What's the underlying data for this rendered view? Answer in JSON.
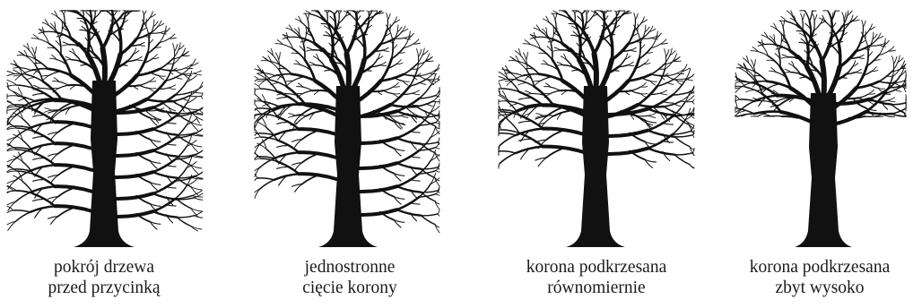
{
  "panels": [
    {
      "caption": [
        "pokrój drzewa",
        "przed przycinką"
      ],
      "variant": "full"
    },
    {
      "caption": [
        "jednostronne",
        "cięcie korony"
      ],
      "variant": "one-sided"
    },
    {
      "caption": [
        "korona podkrzesana",
        "równomiernie"
      ],
      "variant": "raised-even"
    },
    {
      "caption": [
        "korona podkrzesana",
        "zbyt wysoko"
      ],
      "variant": "raised-high"
    }
  ],
  "colors": {
    "ink": "#111111",
    "text": "#1b1b1b",
    "background": "#ffffff"
  }
}
